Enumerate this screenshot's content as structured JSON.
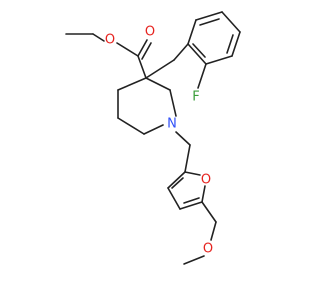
{
  "colors": {
    "bond": "#222222",
    "oxygen": "#e6231f",
    "nitrogen": "#3050f8",
    "fluorine": "#3a9e3a"
  },
  "atoms": {
    "o_carbonyl": "O",
    "o_ester": "O",
    "o_furan": "O",
    "o_ether": "O",
    "n_piperidine": "N",
    "f_aryl": "F"
  }
}
